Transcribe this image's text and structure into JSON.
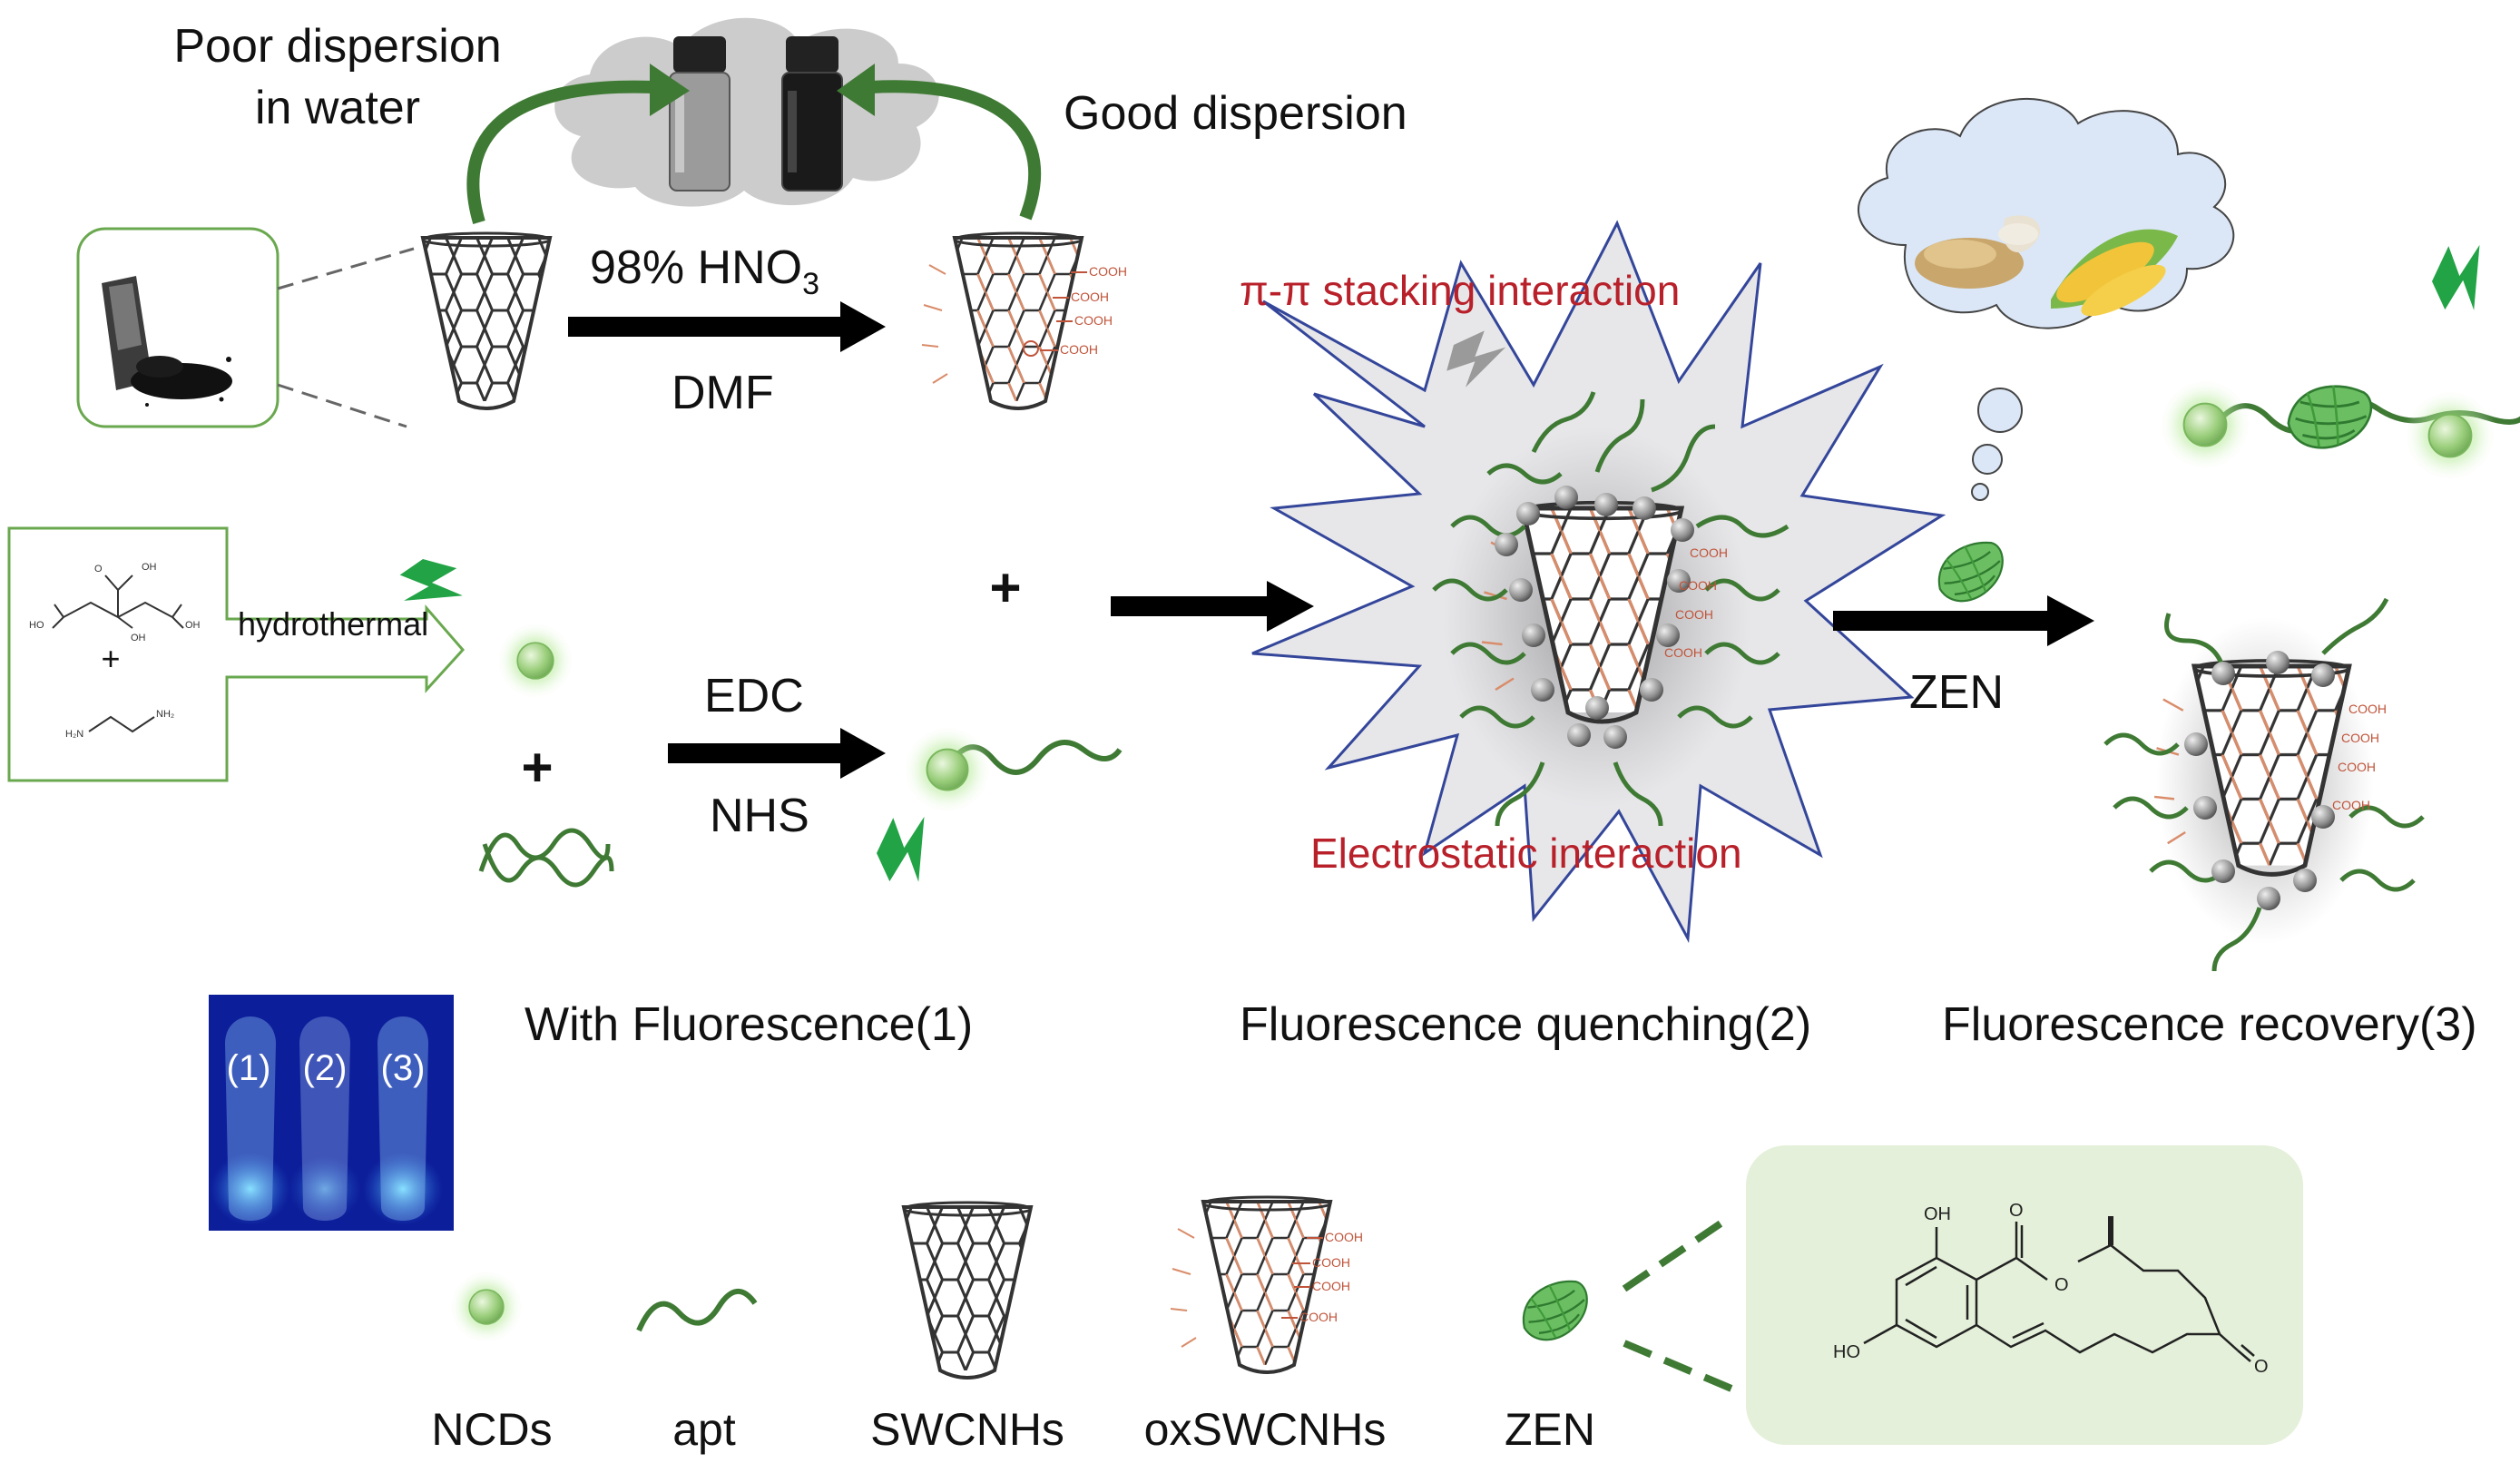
{
  "labels": {
    "poor_dispersion_1": "Poor dispersion",
    "poor_dispersion_2": "in water",
    "good_dispersion": "Good dispersion",
    "acid": "98% HNO",
    "acid_sub": "3",
    "solvent": "DMF",
    "pi_stacking": "π-π stacking interaction",
    "electrostatic": "Electrostatic interaction",
    "hydrothermal": "hydrothermal",
    "edc": "EDC",
    "nhs": "NHS",
    "zen_arrow": "ZEN",
    "plus": "+",
    "with_fluorescence": "With Fluorescence(1)",
    "quenching": "Fluorescence quenching(2)",
    "recovery": "Fluorescence recovery(3)",
    "tube_1": "(1)",
    "tube_2": "(2)",
    "tube_3": "(3)",
    "cooh": "COOH",
    "oh": "OH",
    "ho": "HO",
    "o": "O",
    "nh2": "NH₂",
    "h2n": "H₂N"
  },
  "legend": [
    {
      "id": "ncds",
      "label": "NCDs"
    },
    {
      "id": "apt",
      "label": "apt"
    },
    {
      "id": "swcnhs",
      "label": "SWCNHs"
    },
    {
      "id": "oxswcnhs",
      "label": "oxSWCNHs"
    },
    {
      "id": "zen",
      "label": "ZEN"
    }
  ],
  "colors": {
    "arrow": "#000000",
    "green_curve": "#3f7a34",
    "dot_green": "#9ccf7d",
    "glow": "#9fe07a",
    "lightning": "#22a345",
    "annotation_red": "#b8202a",
    "star_fill": "#e7e7ea",
    "star_stroke": "#34469a",
    "panel_green": "#e4f0d9",
    "box_green": "#6aa84f",
    "cloud_gray": "#cccccc",
    "bubble_blue": "#dbe7f7",
    "cone_stroke": "#333333",
    "oxidized_orange": "#d98c6a",
    "uv_bg": "#0b1a8c",
    "uv_glow": "#36c7ff"
  },
  "icons": [
    "cone-icon",
    "oxidized-cone-icon",
    "ncd-dot-icon",
    "aptamer-wave-icon",
    "zen-molecule-icon",
    "lightning-icon",
    "vial-icon",
    "powder-icon",
    "grain-icon",
    "corn-icon"
  ]
}
